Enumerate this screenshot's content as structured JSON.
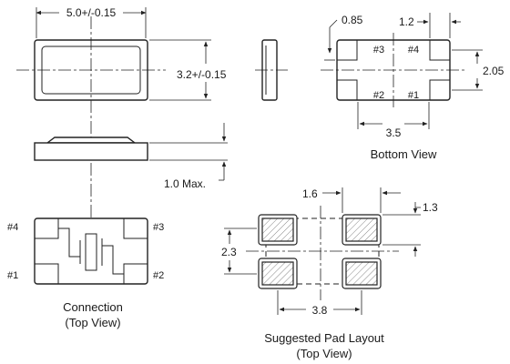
{
  "views": {
    "front": {
      "width_label": "5.0+/-0.15",
      "height_label": "3.2+/-0.15"
    },
    "side": {
      "height_label": "1.0 Max."
    },
    "bottom": {
      "caption": "Bottom View",
      "pad_offset_label": "0.85",
      "pad_width_label": "1.2",
      "pitch_x_label": "3.5",
      "pitch_y_label": "2.05",
      "pads": [
        "#3",
        "#4",
        "#2",
        "#1"
      ]
    },
    "connection": {
      "caption_line1": "Connection",
      "caption_line2": "(Top View)",
      "pins": [
        "#4",
        "#3",
        "#1",
        "#2"
      ]
    },
    "pad_layout": {
      "caption_line1": "Suggested Pad Layout",
      "caption_line2": "(Top View)",
      "pad_width_label": "1.6",
      "pad_height_label": "1.3",
      "span_y_label": "2.3",
      "span_x_label": "3.8"
    }
  }
}
